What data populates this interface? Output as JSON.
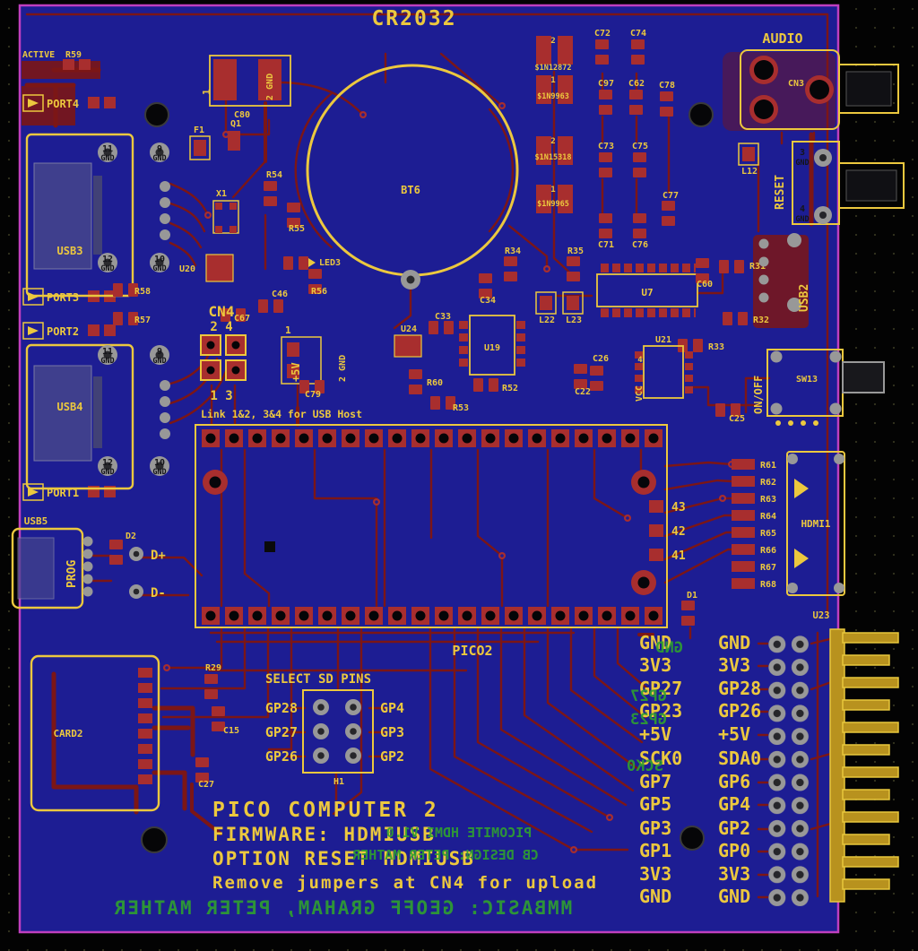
{
  "battery": {
    "type": "CR2032",
    "ref": "BT6"
  },
  "pico": {
    "ref": "PICO2",
    "pads": [
      "43",
      "42",
      "41"
    ]
  },
  "connectors": {
    "usb2": "USB2",
    "usb3": "USB3",
    "usb4": "USB4",
    "usb5": "USB5",
    "prog": "PROG",
    "audio": "AUDIO",
    "cn3": "CN3",
    "reset": "RESET",
    "onoff": "ON/OFF",
    "sw13": "SW13",
    "hdmi": "HDMI1",
    "card": "CARD2",
    "active": "ACTIVE",
    "ports": {
      "p1": "PORT1",
      "p2": "PORT2",
      "p3": "PORT3",
      "p4": "PORT4"
    }
  },
  "mount_pins": {
    "n3": "3",
    "n4": "4",
    "n9": "9",
    "n10": "10",
    "n11": "11",
    "n12": "12",
    "gnd": "GND"
  },
  "signals": {
    "dplus": "D+",
    "dminus": "D-",
    "vcc": "VCC",
    "plus5v": "+5V",
    "pin1": "1",
    "pin2gnd": "2 GND"
  },
  "headers": {
    "cn4": {
      "ref": "CN4",
      "row_top": "2 4",
      "row_bottom": "1 3",
      "note": "Link 1&2, 3&4 for USB Host"
    },
    "sd_select": {
      "title": "SELECT SD PINS",
      "left": [
        "GP28",
        "GP27",
        "GP26"
      ],
      "right": [
        "GP4",
        "GP3",
        "GP2"
      ]
    }
  },
  "gpio_header": {
    "rows": [
      {
        "left": "GND",
        "right": "GND"
      },
      {
        "left": "3V3",
        "right": "3V3"
      },
      {
        "left": "GP27",
        "right": "GP28"
      },
      {
        "left": "GP23",
        "right": "GP26"
      },
      {
        "left": "+5V",
        "right": "+5V"
      },
      {
        "left": "SCK0",
        "right": "SDA0"
      },
      {
        "left": "GP7",
        "right": "GP6"
      },
      {
        "left": "GP5",
        "right": "GP4"
      },
      {
        "left": "GP3",
        "right": "GP2"
      },
      {
        "left": "GP1",
        "right": "GP0"
      },
      {
        "left": "3V3",
        "right": "3V3"
      },
      {
        "left": "GND",
        "right": "GND"
      }
    ]
  },
  "resistor_ladder": [
    "R61",
    "R62",
    "R63",
    "R64",
    "R65",
    "R66",
    "R67",
    "R68"
  ],
  "diodes": {
    "a_pin": "2",
    "a": "$1N12872",
    "b_pin": "1",
    "b": "$1N9963",
    "c_pin": "2",
    "c": "$1N15318",
    "d_pin": "1",
    "d": "$1N9965"
  },
  "refs": {
    "r29": "R29",
    "r31": "R31",
    "r32": "R32",
    "r33": "R33",
    "r34": "R34",
    "r35": "R35",
    "r52": "R52",
    "r53": "R53",
    "r54": "R54",
    "r55": "R55",
    "r56": "R56",
    "r57": "R57",
    "r58": "R58",
    "r59": "R59",
    "r60": "R60",
    "c15": "C15",
    "c22": "C22",
    "c25": "C25",
    "c26": "C26",
    "c27": "C27",
    "c33": "C33",
    "c34": "C34",
    "c46": "C46",
    "c60": "C60",
    "c62": "C62",
    "c67": "C67",
    "c71": "C71",
    "c72": "C72",
    "c73": "C73",
    "c74": "C74",
    "c75": "C75",
    "c76": "C76",
    "c77": "C77",
    "c78": "C78",
    "c79": "C79",
    "c80": "C80",
    "c97": "C97",
    "d1": "D1",
    "d2": "D2",
    "l12": "L12",
    "l22": "L22",
    "l23": "L23",
    "led3": "LED3",
    "f1": "F1",
    "q1": "Q1",
    "x1": "X1",
    "h1": "H1",
    "u7": "U7",
    "u19": "U19",
    "u20": "U20",
    "u21": "U21",
    "u23": "U23",
    "u24": "U24"
  },
  "silk_text": {
    "title1": "PICO COMPUTER 2",
    "title2": "FIRMWARE: HDMIUSB",
    "title3": "OPTION RESET HDMIUSB",
    "title4": "Remove jumpers at CN4 for upload"
  },
  "back_silk": {
    "line1": "PICOMITE HDMI V1.0",
    "line2": "CB DESIGN: PETER MATHER",
    "line3": "MMBASIC: GEOFF GRAHAM, PETER MATHER"
  }
}
